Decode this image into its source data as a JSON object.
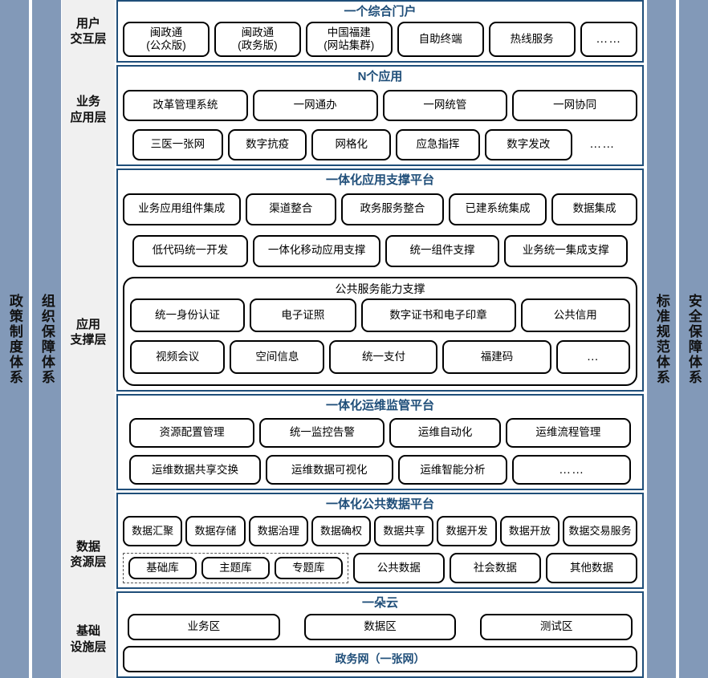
{
  "left_bands": [
    {
      "name": "policy-system",
      "label": "政策制度体系"
    },
    {
      "name": "organization-guarantee",
      "label": "组织保障体系"
    }
  ],
  "right_bands": [
    {
      "name": "standard-spec",
      "label": "标准规范体系"
    },
    {
      "name": "security-guarantee",
      "label": "安全保障体系"
    }
  ],
  "layer_labels": [
    {
      "label": "用户\n交互层"
    },
    {
      "label": "业务\n应用层"
    },
    {
      "label": "应用\n支撑层"
    },
    {
      "label": "数据\n资源层"
    },
    {
      "label": "基础\n设施层"
    }
  ],
  "layer_label_lines": {
    "user": [
      "用户",
      "交互层"
    ],
    "business": [
      "业务",
      "应用层"
    ],
    "support": [
      "应用",
      "支撑层"
    ],
    "data": [
      "数据",
      "资源层"
    ],
    "infra": [
      "基础",
      "设施层"
    ]
  },
  "colors": {
    "band": "#8299B8",
    "label_column": "#F0F0F0",
    "group_border": "#1F4E79",
    "title": "#1F4E79",
    "chip_border": "#000000",
    "page_background": "#FFFFFF"
  },
  "groups": {
    "portal": {
      "title": "一个综合门户",
      "rows": [
        [
          {
            "text": "闽政通\n(公众版)",
            "line1": "闽政通",
            "line2": "(公众版)"
          },
          {
            "text": "闽政通\n(政务版)",
            "line1": "闽政通",
            "line2": "(政务版)"
          },
          {
            "text": "中国福建\n(网站集群)",
            "line1": "中国福建",
            "line2": "(网站集群)"
          },
          {
            "text": "自助终端"
          },
          {
            "text": "热线服务"
          },
          {
            "text": "……"
          }
        ]
      ]
    },
    "apps": {
      "title": "N个应用",
      "rows": [
        [
          {
            "text": "改革管理系统"
          },
          {
            "text": "一网通办"
          },
          {
            "text": "一网统管"
          },
          {
            "text": "一网协同"
          }
        ],
        [
          {
            "text": "三医一张网"
          },
          {
            "text": "数字抗疫"
          },
          {
            "text": "网格化"
          },
          {
            "text": "应急指挥"
          },
          {
            "text": "数字发改"
          },
          {
            "text": "……",
            "plain": true
          }
        ]
      ]
    },
    "support": {
      "title": "一体化应用支撑平台",
      "rows": [
        [
          {
            "text": "业务应用组件集成"
          },
          {
            "text": "渠道整合"
          },
          {
            "text": "政务服务整合"
          },
          {
            "text": "已建系统集成"
          },
          {
            "text": "数据集成"
          }
        ],
        [
          {
            "text": "低代码统一开发"
          },
          {
            "text": "一体化移动应用支撑"
          },
          {
            "text": "统一组件支撑"
          },
          {
            "text": "业务统一集成支撑"
          }
        ]
      ],
      "subpanel": {
        "title": "公共服务能力支撑",
        "rows": [
          [
            {
              "text": "统一身份认证"
            },
            {
              "text": "电子证照"
            },
            {
              "text": "数字证书和电子印章"
            },
            {
              "text": "公共信用"
            }
          ],
          [
            {
              "text": "视频会议"
            },
            {
              "text": "空间信息"
            },
            {
              "text": "统一支付"
            },
            {
              "text": "福建码"
            },
            {
              "text": "…"
            }
          ]
        ]
      }
    },
    "ops": {
      "title": "一体化运维监管平台",
      "rows": [
        [
          {
            "text": "资源配置管理"
          },
          {
            "text": "统一监控告警"
          },
          {
            "text": "运维自动化"
          },
          {
            "text": "运维流程管理"
          }
        ],
        [
          {
            "text": "运维数据共享交换"
          },
          {
            "text": "运维数据可视化"
          },
          {
            "text": "运维智能分析"
          },
          {
            "text": "……"
          }
        ]
      ]
    },
    "data": {
      "title": "一体化公共数据平台",
      "rows": [
        [
          {
            "text": "数据汇聚"
          },
          {
            "text": "数据存储"
          },
          {
            "text": "数据治理"
          },
          {
            "text": "数据确权"
          },
          {
            "text": "数据共享"
          },
          {
            "text": "数据开发"
          },
          {
            "text": "数据开放"
          },
          {
            "text": "数据交易服务"
          }
        ]
      ],
      "dashed_group": [
        {
          "text": "基础库"
        },
        {
          "text": "主题库"
        },
        {
          "text": "专题库"
        }
      ],
      "row2_outside": [
        {
          "text": "公共数据"
        },
        {
          "text": "社会数据"
        },
        {
          "text": "其他数据"
        }
      ]
    },
    "infra": {
      "title": "一朵云",
      "rows": [
        [
          {
            "text": "业务区"
          },
          {
            "text": "数据区"
          },
          {
            "text": "测试区"
          }
        ]
      ],
      "network": {
        "text": "政务网（一张网）"
      }
    }
  }
}
